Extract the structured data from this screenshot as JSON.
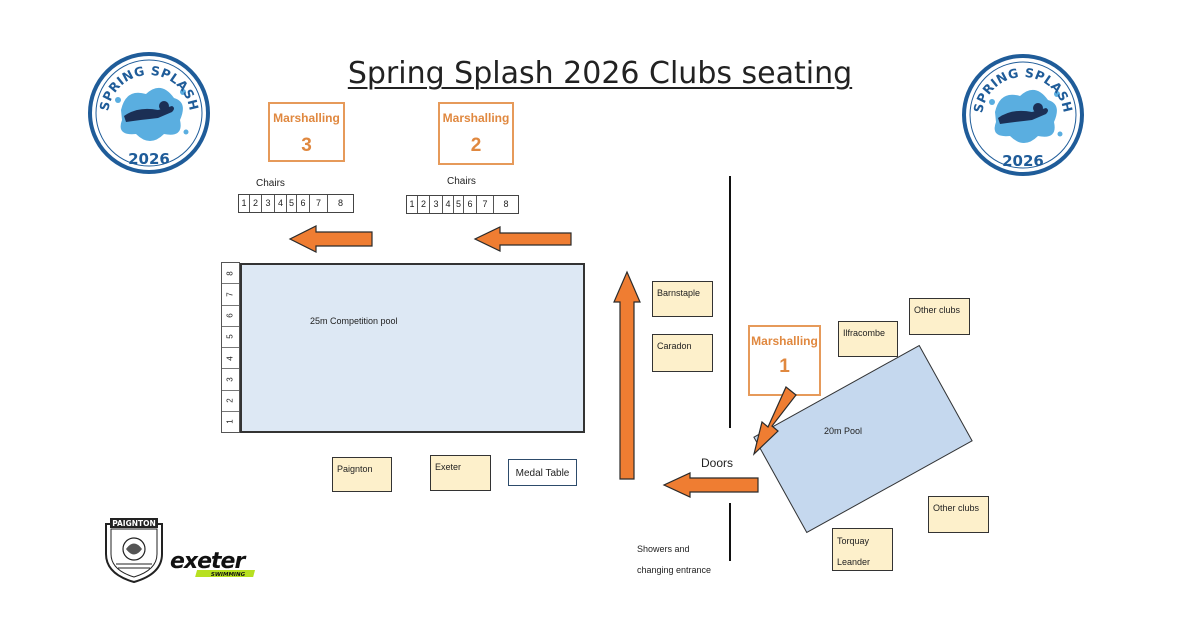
{
  "title": "Spring Splash 2026 Clubs seating",
  "logos": {
    "spring_splash_text": "SPRING SPLASH",
    "spring_splash_year": "2026",
    "paignton_text": "PAIGNTON",
    "exeter_text": "exeter",
    "exeter_sub": "SWIMMING"
  },
  "marshalling": [
    {
      "label": "Marshalling",
      "number": "3"
    },
    {
      "label": "Marshalling",
      "number": "2"
    },
    {
      "label": "Marshalling",
      "number": "1"
    }
  ],
  "chairs": {
    "label": "Chairs",
    "numbers": [
      "1",
      "2",
      "3",
      "4",
      "5",
      "6",
      "7",
      "8"
    ]
  },
  "lanes": [
    "8",
    "7",
    "6",
    "5",
    "4",
    "3",
    "2",
    "1"
  ],
  "pools": {
    "competition": "25m Competition pool",
    "small": "20m Pool"
  },
  "clubs": {
    "barnstaple": "Barnstaple",
    "caradon": "Caradon",
    "paignton": "Paignton",
    "exeter": "Exeter",
    "ilfracombe": "Ilfracombe",
    "other_clubs_top": "Other clubs",
    "other_clubs_bottom": "Other clubs",
    "torquay_line1": "Torquay",
    "torquay_line2": "Leander"
  },
  "medal_table": "Medal Table",
  "doors": "Doors",
  "showers": {
    "line1": "Showers and",
    "line2": "changing entrance"
  },
  "colors": {
    "arrow_fill": "#ef7d32",
    "arrow_stroke": "#2b2b2b",
    "marshal_accent": "#e0883f",
    "pool_main": "#dde8f4",
    "pool_small": "#c5d8ee",
    "club_fill": "#fdf0cb",
    "logo_blue": "#1f5c99",
    "logo_splash": "#5aaee0"
  }
}
